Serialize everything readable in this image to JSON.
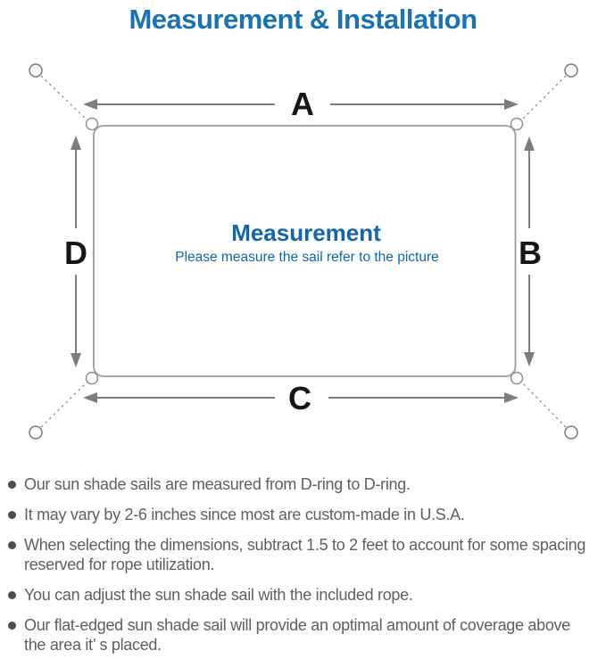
{
  "page": {
    "title": "Measurement & Installation"
  },
  "diagram": {
    "dimension_labels": {
      "top": "A",
      "right": "B",
      "bottom": "C",
      "left": "D"
    },
    "center_title": "Measurement",
    "center_subtitle": "Please measure the sail refer to the picture"
  },
  "bullets": [
    {
      "lines": [
        "Our sun shade sails are measured from D-ring to D-ring."
      ]
    },
    {
      "lines": [
        "It may vary by 2-6 inches since most are custom-made in U.S.A."
      ]
    },
    {
      "lines": [
        "When selecting the dimensions, subtract 1.5 to 2 feet to account for some spacing",
        "reserved for rope utilization."
      ]
    },
    {
      "lines": [
        "You can adjust the sun shade sail with the included rope."
      ]
    },
    {
      "lines": [
        "Our flat-edged sun shade sail will provide an optimal amount of coverage above",
        "the area it’ s placed."
      ]
    }
  ],
  "colors": {
    "title_blue": "#1a72b6",
    "center_blue": "#1565a9",
    "line_gray": "#7d7d7d",
    "text_gray": "#5f5f5f"
  }
}
